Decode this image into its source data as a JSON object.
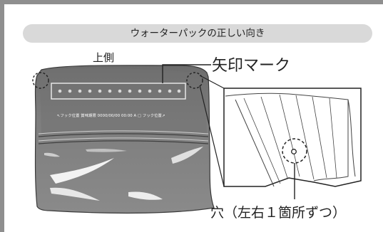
{
  "title": "ウォーターパックの正しい向き",
  "labels": {
    "top_side": "上側",
    "arrow_mark": "矢印マーク",
    "hole": "穴（左右１箇所ずつ）"
  },
  "pack_print": "↖フック位置 賞味期限 0000/00/00 00:00 A □ フック位置↗",
  "colors": {
    "frame": "#8f8f8f",
    "pill": "#d9d9d9",
    "pack_dark": "#5a5a5a",
    "pack_light": "#b8b8b8",
    "text": "#222222"
  },
  "icons": [
    "arrow-mark-icon",
    "hole-icon"
  ]
}
